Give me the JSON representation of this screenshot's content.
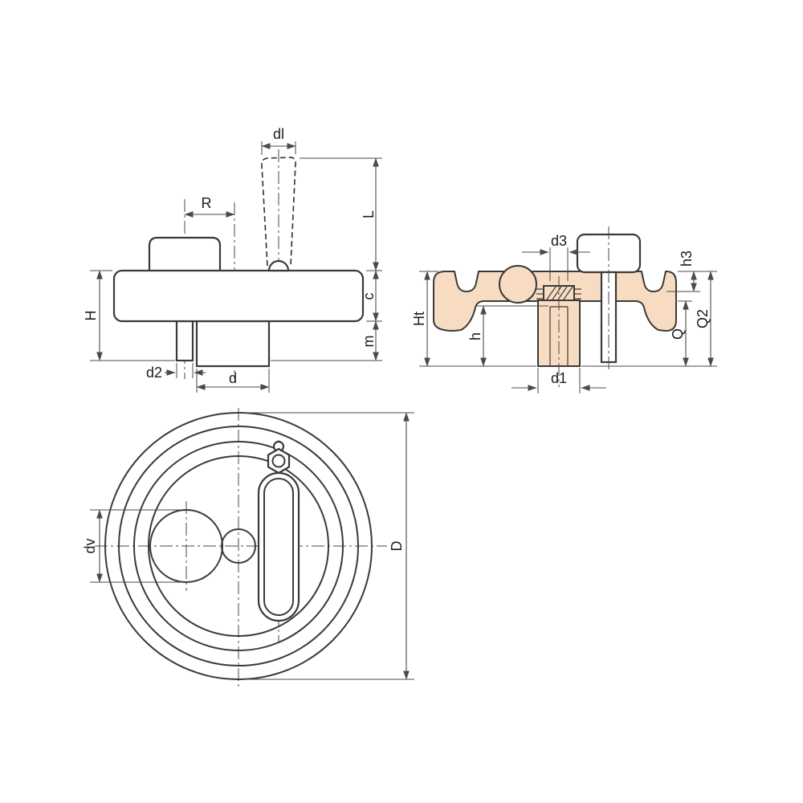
{
  "drawing": {
    "background": "#ffffff",
    "line_color": "#3a3a3a",
    "dim_color": "#4a4a4a",
    "section_fill": "#f8dcc2",
    "views": {
      "side": {
        "labels": {
          "dl": "dl",
          "L": "L",
          "R": "R",
          "c": "c",
          "H": "H",
          "m": "m",
          "d2": "d2",
          "d": "d"
        }
      },
      "section": {
        "labels": {
          "d3": "d3",
          "h3": "h3",
          "Ht": "Ht",
          "h": "h",
          "Q": "Q",
          "Q2": "Q2",
          "d1": "d1"
        }
      },
      "plan": {
        "labels": {
          "dv": "dv",
          "D": "D"
        }
      }
    }
  }
}
